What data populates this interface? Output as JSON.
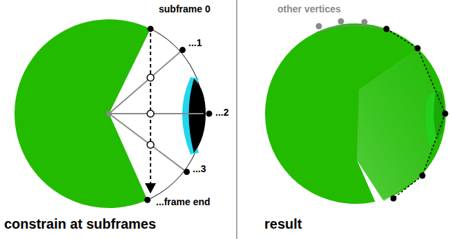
{
  "diagram": {
    "labels": [
      "subframe 0",
      "...1",
      "...2",
      "...3",
      "...frame end",
      "constrain at subframes",
      "other vertices",
      "result"
    ]
  }
}
